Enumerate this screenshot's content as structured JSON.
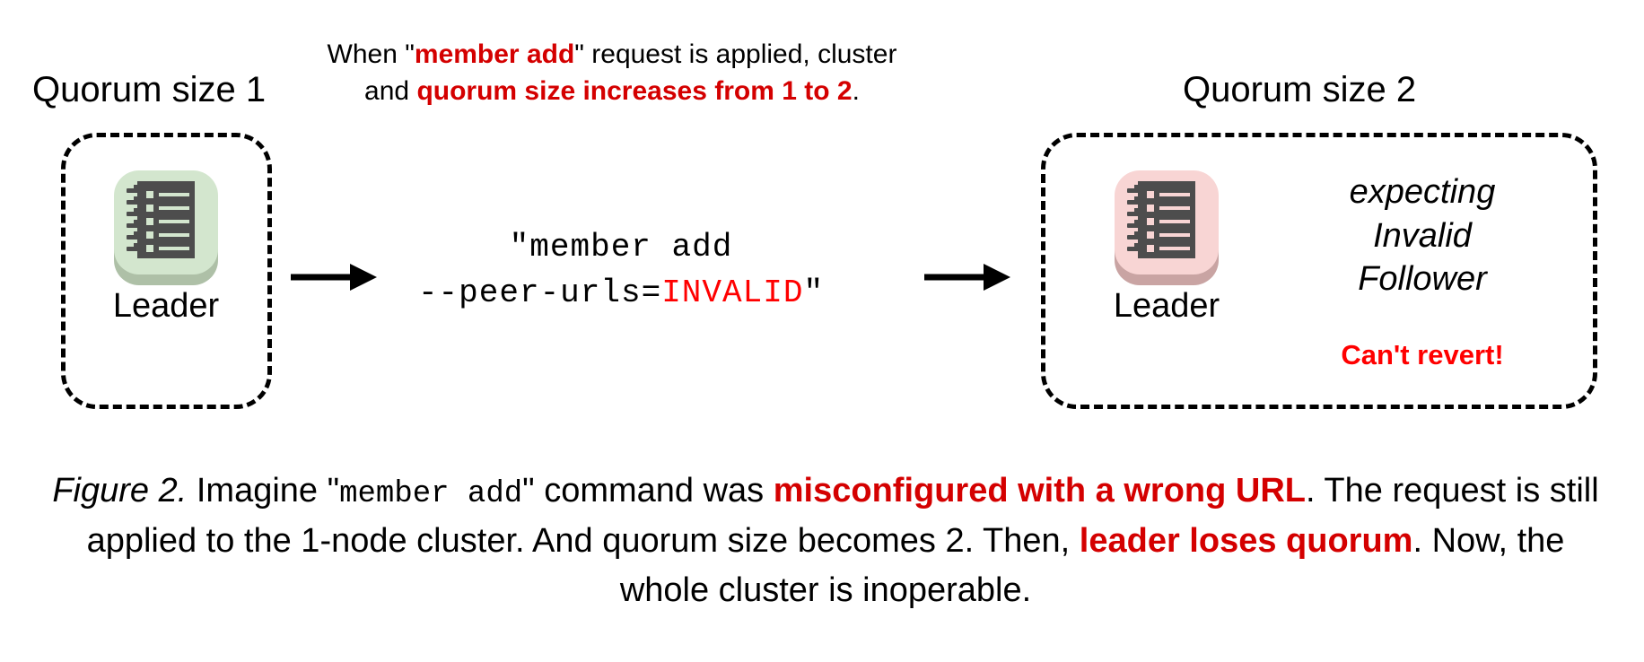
{
  "figure": {
    "left_cluster": {
      "quorum_label": "Quorum size 1",
      "node_label": "Leader",
      "tile_color": "#d3e6ce",
      "tile_shadow_color": "#aec0a7",
      "icon": "ledger-notebook-icon"
    },
    "right_cluster": {
      "quorum_label": "Quorum size 2",
      "node_label": "Leader",
      "tile_color": "#f8d5d4",
      "tile_shadow_color": "#c9a4a3",
      "icon": "ledger-notebook-icon",
      "status_lines": [
        "expecting",
        "Invalid",
        "Follower"
      ],
      "warning": "Can't revert!",
      "warning_color": "#ff0000"
    },
    "top_note": {
      "part1": "When \"",
      "emphasis1": "member add",
      "part2": "\" request is applied, cluster and ",
      "emphasis2": "quorum size increases from 1 to 2",
      "part3": ".",
      "emphasis_color": "#d40000"
    },
    "command": {
      "line1": "\"member add",
      "line2_prefix": "--peer-urls=",
      "line2_value": "INVALID",
      "line2_suffix": "\"",
      "value_color": "#ff0000"
    },
    "arrows": [
      "arrow-right-1",
      "arrow-right-2"
    ],
    "caption": {
      "figure_number": "Figure 2.",
      "t1": " Imagine \"",
      "cmd": "member add",
      "t2": "\" command was ",
      "em1": "misconfigured with a wrong URL",
      "t3": ". The request is still applied to the 1-node cluster. And quorum size becomes 2. Then, ",
      "em2": "leader loses quorum",
      "t4": ". Now, the whole cluster is inoperable.",
      "emphasis_color": "#d40000"
    }
  }
}
